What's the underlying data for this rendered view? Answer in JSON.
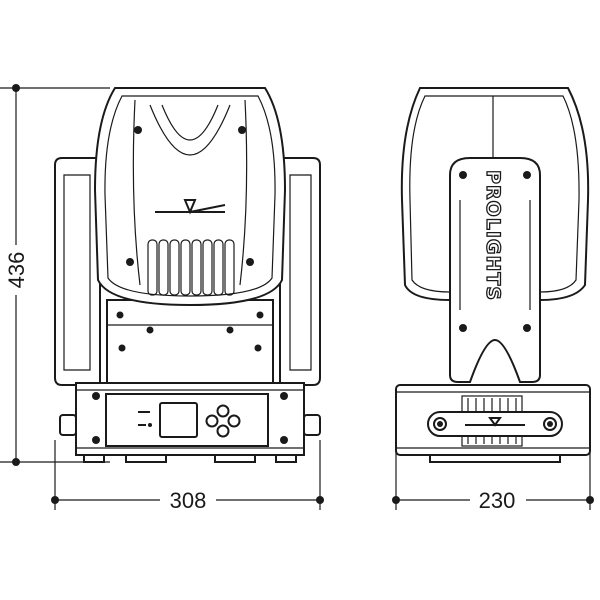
{
  "dimensions": {
    "height": "436",
    "width_front": "308",
    "width_side": "230"
  },
  "logo": "PROLIGHTS",
  "colors": {
    "line": "#1a1a1a",
    "background": "#ffffff"
  }
}
